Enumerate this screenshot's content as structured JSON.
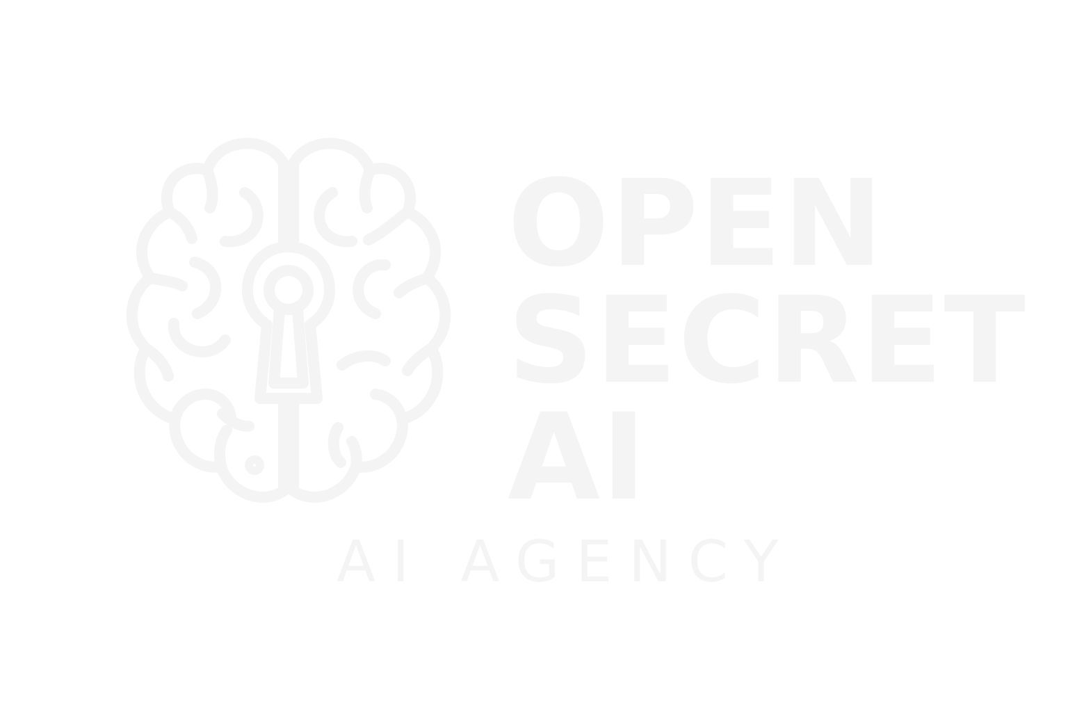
{
  "logo": {
    "mark_icon": "brain-keyhole-icon",
    "wordmark_lines": [
      "OPEN",
      "SECRET",
      "AI"
    ],
    "tagline": "AI AGENCY"
  },
  "colors": {
    "background": "#ffffff",
    "logo": "#f4f4f4"
  }
}
